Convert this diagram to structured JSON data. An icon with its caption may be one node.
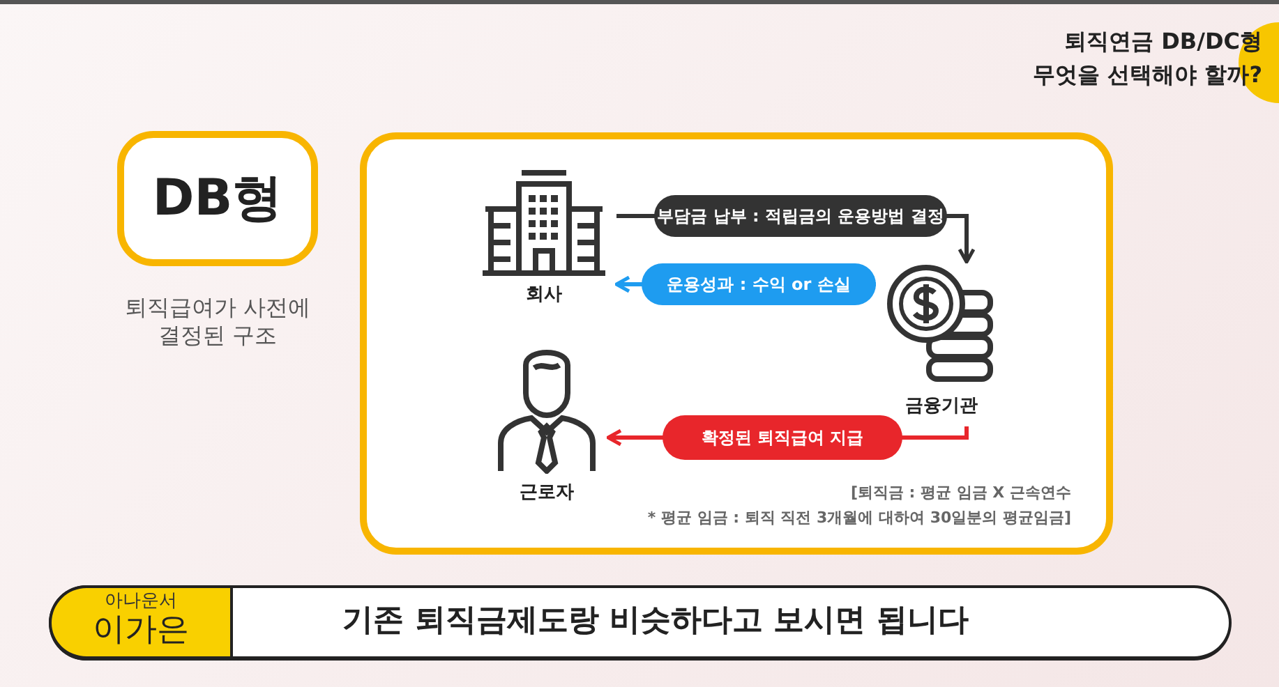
{
  "diagram": {
    "title": "퇴직연금 DB/DC형 무엇을 선택해야 할까?",
    "nodes": [
      {
        "text": [
          "DB형"
        ],
        "beside": [
          "퇴직급여가 사전에 결정된 구조"
        ]
      },
      {
        "text": [],
        "shape": "box"
      },
      {
        "text": [
          "회사"
        ],
        "in": 1
      },
      {
        "text": [
          "금융기관"
        ],
        "in": 1
      },
      {
        "text": [
          "근로자"
        ],
        "in": 1
      }
    ],
    "edges": [
      {
        "from": 2,
        "to": 3,
        "arrow": "to",
        "label": "부담금 납부 : 적립금의 운용방법 결정",
        "color": "#333333"
      },
      {
        "from": 3,
        "to": 2,
        "arrow": "to",
        "label": "운용성과 : 수익 or 손실",
        "color": "#1e9cf0"
      },
      {
        "from": 3,
        "to": 4,
        "arrow": "to",
        "label": "확정된 퇴직급여 지급",
        "color": "#e8262b"
      }
    ],
    "labels": [
      "[퇴직금 : 평균 임금 X 근속연수",
      "* 평균 임금 : 퇴직 직전 3개월에 대하여 30일분의 평균임금]",
      "아나운서",
      "이가은",
      "기존 퇴직금제도랑 비슷하다고 보시면 됩니다"
    ]
  }
}
